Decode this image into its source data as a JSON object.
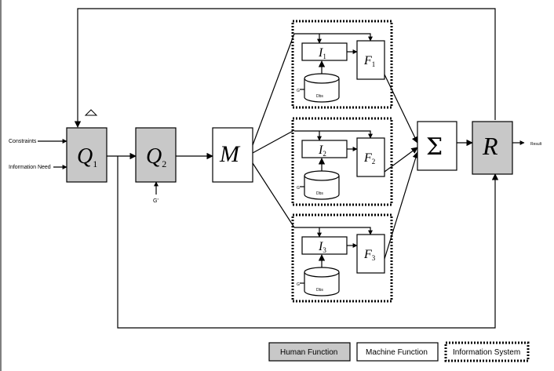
{
  "inputs": {
    "constraints": "Constraints",
    "information_need": "Information Need"
  },
  "nodes": {
    "q1": {
      "letter": "Q",
      "sub": "1"
    },
    "q2": {
      "letter": "Q",
      "sub": "2"
    },
    "m": {
      "letter": "M"
    },
    "sigma": {
      "letter": "Σ"
    },
    "r": {
      "letter": "R"
    }
  },
  "q2_input": "G'",
  "subsystems": [
    {
      "index": {
        "letter": "I",
        "sub": "1"
      },
      "filter": {
        "letter": "F",
        "sub": "1"
      },
      "g_label": "G",
      "db_label": "Dbs"
    },
    {
      "index": {
        "letter": "I",
        "sub": "2"
      },
      "filter": {
        "letter": "F",
        "sub": "2"
      },
      "g_label": "G",
      "db_label": "Dbs"
    },
    {
      "index": {
        "letter": "I",
        "sub": "3"
      },
      "filter": {
        "letter": "F",
        "sub": "3"
      },
      "g_label": "G",
      "db_label": "Dbs"
    }
  ],
  "output": "Result",
  "legend": {
    "human": "Human Function",
    "machine": "Machine Function",
    "system": "Information System"
  },
  "colors": {
    "human_fill": "#c8c8c8",
    "machine_fill": "#ffffff",
    "line": "#000000"
  }
}
